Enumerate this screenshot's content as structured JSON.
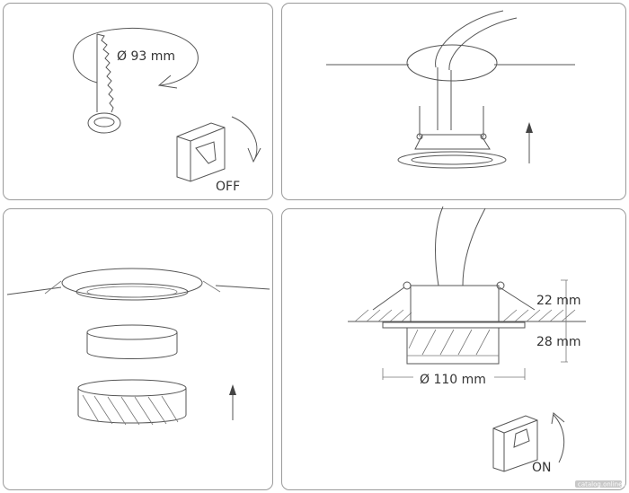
{
  "steps": {
    "step1": {
      "diameter_label": "Ø 93 mm",
      "switch_label": "OFF"
    },
    "step2": {},
    "step3": {},
    "step4": {
      "depth_above_label": "22 mm",
      "depth_below_label": "28 mm",
      "diameter_label": "Ø 110 mm",
      "switch_label": "ON"
    }
  },
  "watermark": "catalog.onliner.by"
}
